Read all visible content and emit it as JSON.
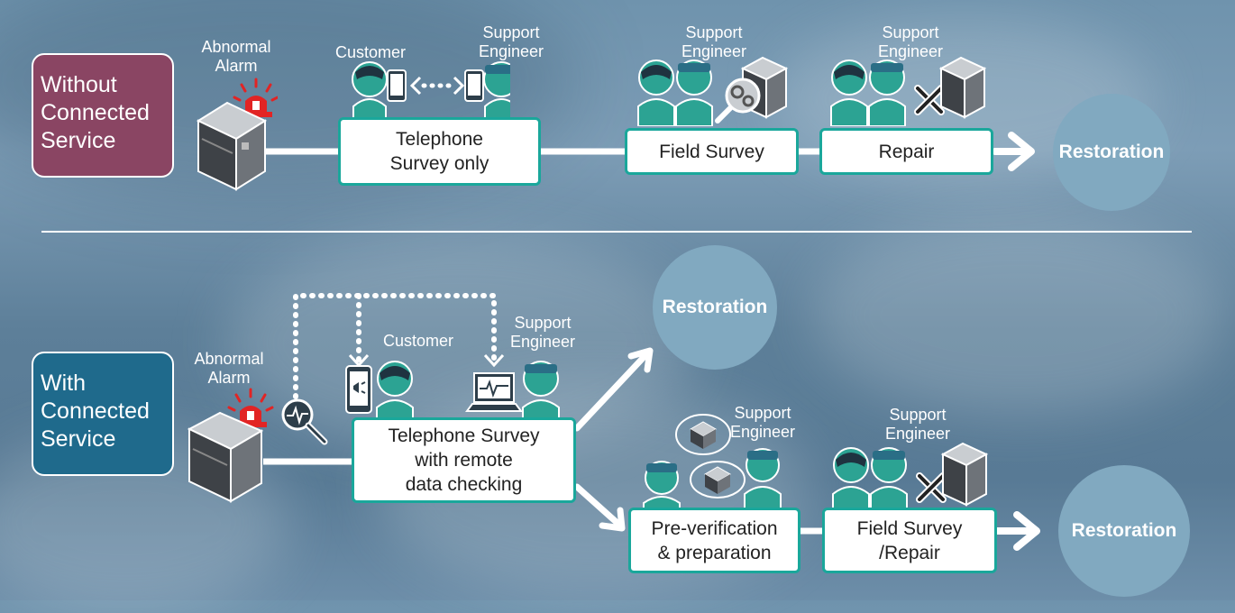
{
  "top": {
    "section_label": "Without\nConnected\nService",
    "alarm_label": "Abnormal\nAlarm",
    "customer_label": "Customer",
    "engineer_label_1": "Support\nEngineer",
    "engineer_label_2": "Support\nEngineer",
    "engineer_label_3": "Support\nEngineer",
    "step_1": "Telephone\nSurvey only",
    "step_2": "Field Survey",
    "step_3": "Repair",
    "result": "Restoration"
  },
  "bottom": {
    "section_label": "With\nConnected\nService",
    "alarm_label": "Abnormal\nAlarm",
    "customer_label": "Customer",
    "engineer_label_1": "Support\nEngineer",
    "engineer_label_2": "Support\nEngineer",
    "engineer_label_3": "Support\nEngineer",
    "step_1": "Telephone Survey\nwith remote\ndata checking",
    "result_upper": "Restoration",
    "step_2": "Pre-verification\n& preparation",
    "step_3": "Field Survey\n/Repair",
    "result_lower": "Restoration"
  },
  "colors": {
    "without_box": "#8a4563",
    "with_box": "#1f6a8c",
    "step_border": "#1aa79b",
    "person_teal": "#2ca393",
    "restoration_circle": "#81a9c0",
    "alarm_red": "#e22424"
  },
  "icons": [
    "alarm-icon",
    "server-icon",
    "person-icon",
    "phone-icon",
    "laptop-icon",
    "magnifier-icon",
    "gear-icon",
    "wrench-icon",
    "screwdriver-icon",
    "arrow-icon"
  ]
}
